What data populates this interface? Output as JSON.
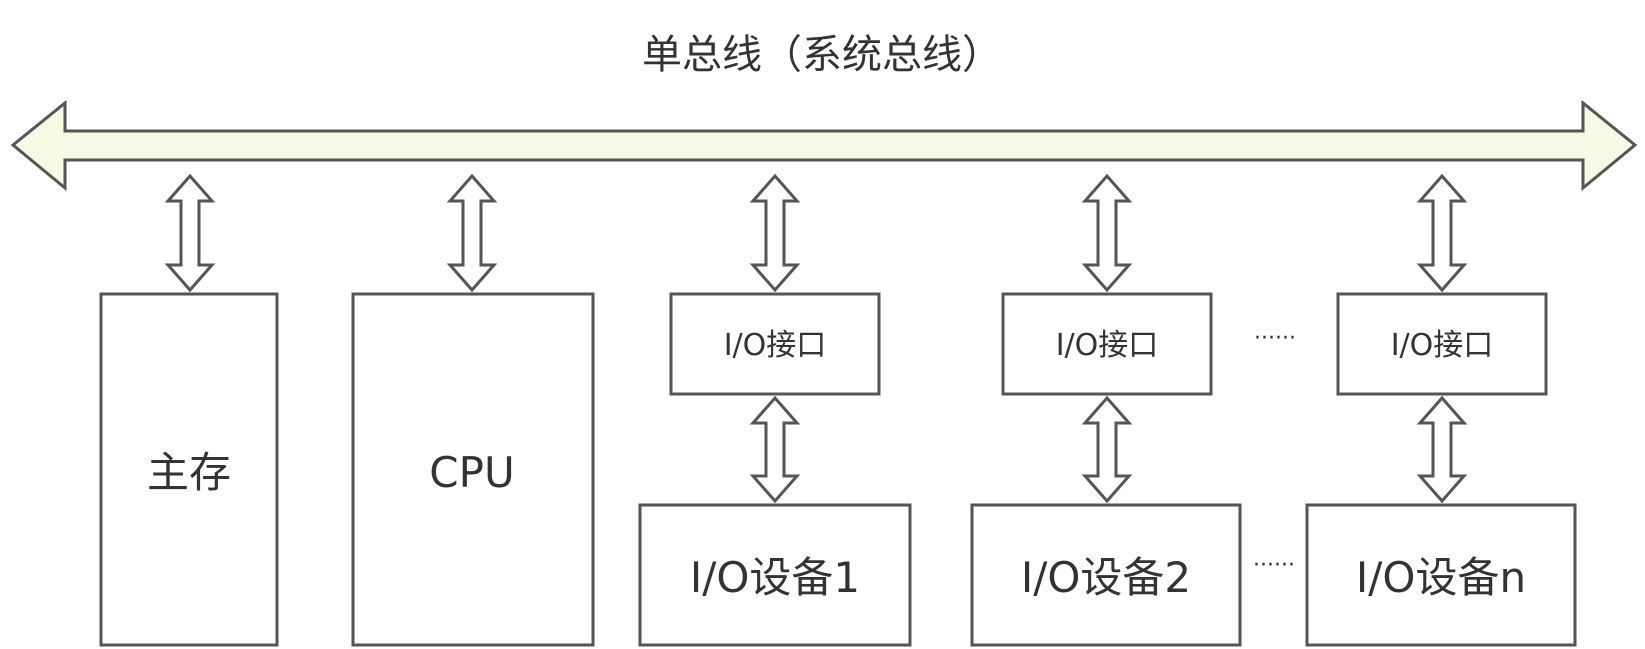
{
  "title": "单总线（系统总线）",
  "main_memory": "主存",
  "cpu": "CPU",
  "io_interfaces": [
    "I/O接口",
    "I/O接口",
    "I/O接口"
  ],
  "io_devices": [
    "I/O设备1",
    "I/O设备2",
    "I/O设备n"
  ],
  "ellipsis": "······",
  "colors": {
    "bus_fill": "#f6f9e4",
    "stroke": "#555555",
    "text": "#333333"
  }
}
